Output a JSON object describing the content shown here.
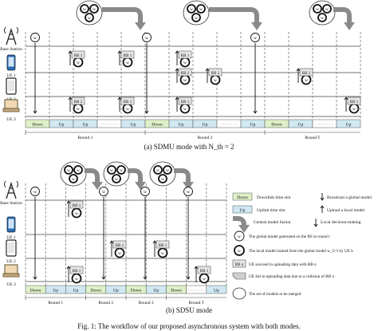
{
  "panel_a": {
    "caption": "(a) SDMU mode with N_th = 2",
    "rows": [
      {
        "label": "Base Station",
        "icon": "base-station-icon"
      },
      {
        "label": "UE 1",
        "icon": "phone-icon"
      },
      {
        "label": "UE 2",
        "icon": "tablet-icon"
      },
      {
        "label": "UE 3",
        "icon": "laptop-icon"
      }
    ],
    "slots": [
      "Down",
      "Up",
      "Up",
      "· · · · · · ·",
      "Up",
      "Down",
      "Up",
      "Up",
      "· · · · · · ·",
      "Up",
      "Down",
      "Up",
      "· · · · · · ·",
      "Up"
    ],
    "rounds": [
      "Round 1",
      "Round 2",
      "Round T"
    ],
    "rb_labels": [
      "RB 1",
      "RB 2"
    ],
    "dots": "· · · · · · ·"
  },
  "panel_b": {
    "caption": "(b) SDSU mode",
    "rows": [
      {
        "label": "Base Station",
        "icon": "base-station-icon"
      },
      {
        "label": "UE 1",
        "icon": "phone-icon"
      },
      {
        "label": "UE 2",
        "icon": "tablet-icon"
      },
      {
        "label": "UE 3",
        "icon": "laptop-icon"
      }
    ],
    "slots": [
      "Down",
      "Up",
      "Up",
      "Down",
      "Up",
      "Down",
      "Up",
      "Down",
      "· · · · · · ·",
      "Up"
    ],
    "rounds": [
      "Round 1",
      "Round 2",
      "Round 3",
      "Round T"
    ]
  },
  "legend": {
    "down_box": "Down",
    "down_text": "Downlink time slot",
    "up_box": "Up",
    "up_text": "Uplink time slot",
    "broadcast": "Broadcast a global model",
    "upload": "Upload a local model",
    "fusion": "Central model fusion",
    "decision": "Local decision-making",
    "global_model": "The global model generated on the BS in round t",
    "local_model": "The local model trained from the global model w_G^t by UE k",
    "rb_box": "RB n",
    "rb_success": "UE succeed in uploading data with RB n",
    "rb_fail": "UE fail in uploading data due to a collision of RB n",
    "merge_set": "The set of models to be merged"
  },
  "colors": {
    "down": "#dff0c8",
    "up": "#cfe8f2",
    "rb": "#e6e6e6",
    "arrow": "#8a8a8a"
  },
  "bottom_caption": "Fig. 1: The workflow of our proposed asynchronous system with both modes."
}
